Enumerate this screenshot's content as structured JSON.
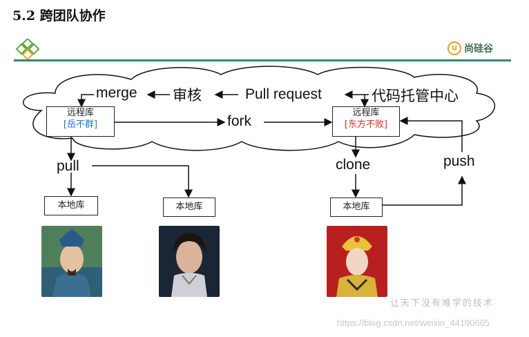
{
  "header": {
    "title": "5.2  跨团队协作",
    "brand": "尚硅谷"
  },
  "diagram": {
    "labels": {
      "merge": "merge",
      "audit": "审核",
      "pull_request": "Pull request",
      "code_hosting": "代码托管中心",
      "fork": "fork",
      "pull": "pull",
      "clone": "clone",
      "push": "push"
    },
    "remote_left": {
      "title": "远程库",
      "owner": "[岳不群]"
    },
    "remote_right": {
      "title": "远程库",
      "owner": "[东方不败]"
    },
    "local_repos": [
      "本地库",
      "本地库",
      "本地库"
    ],
    "colors": {
      "cloud_stroke": "#000000",
      "rule": "#2f8a66",
      "owner_left": "#2176c7",
      "owner_right": "#d42a2a"
    }
  },
  "footer": {
    "watermark": "让天下没有难学的技术",
    "url": "https://blog.csdn.net/weixin_44190665"
  }
}
